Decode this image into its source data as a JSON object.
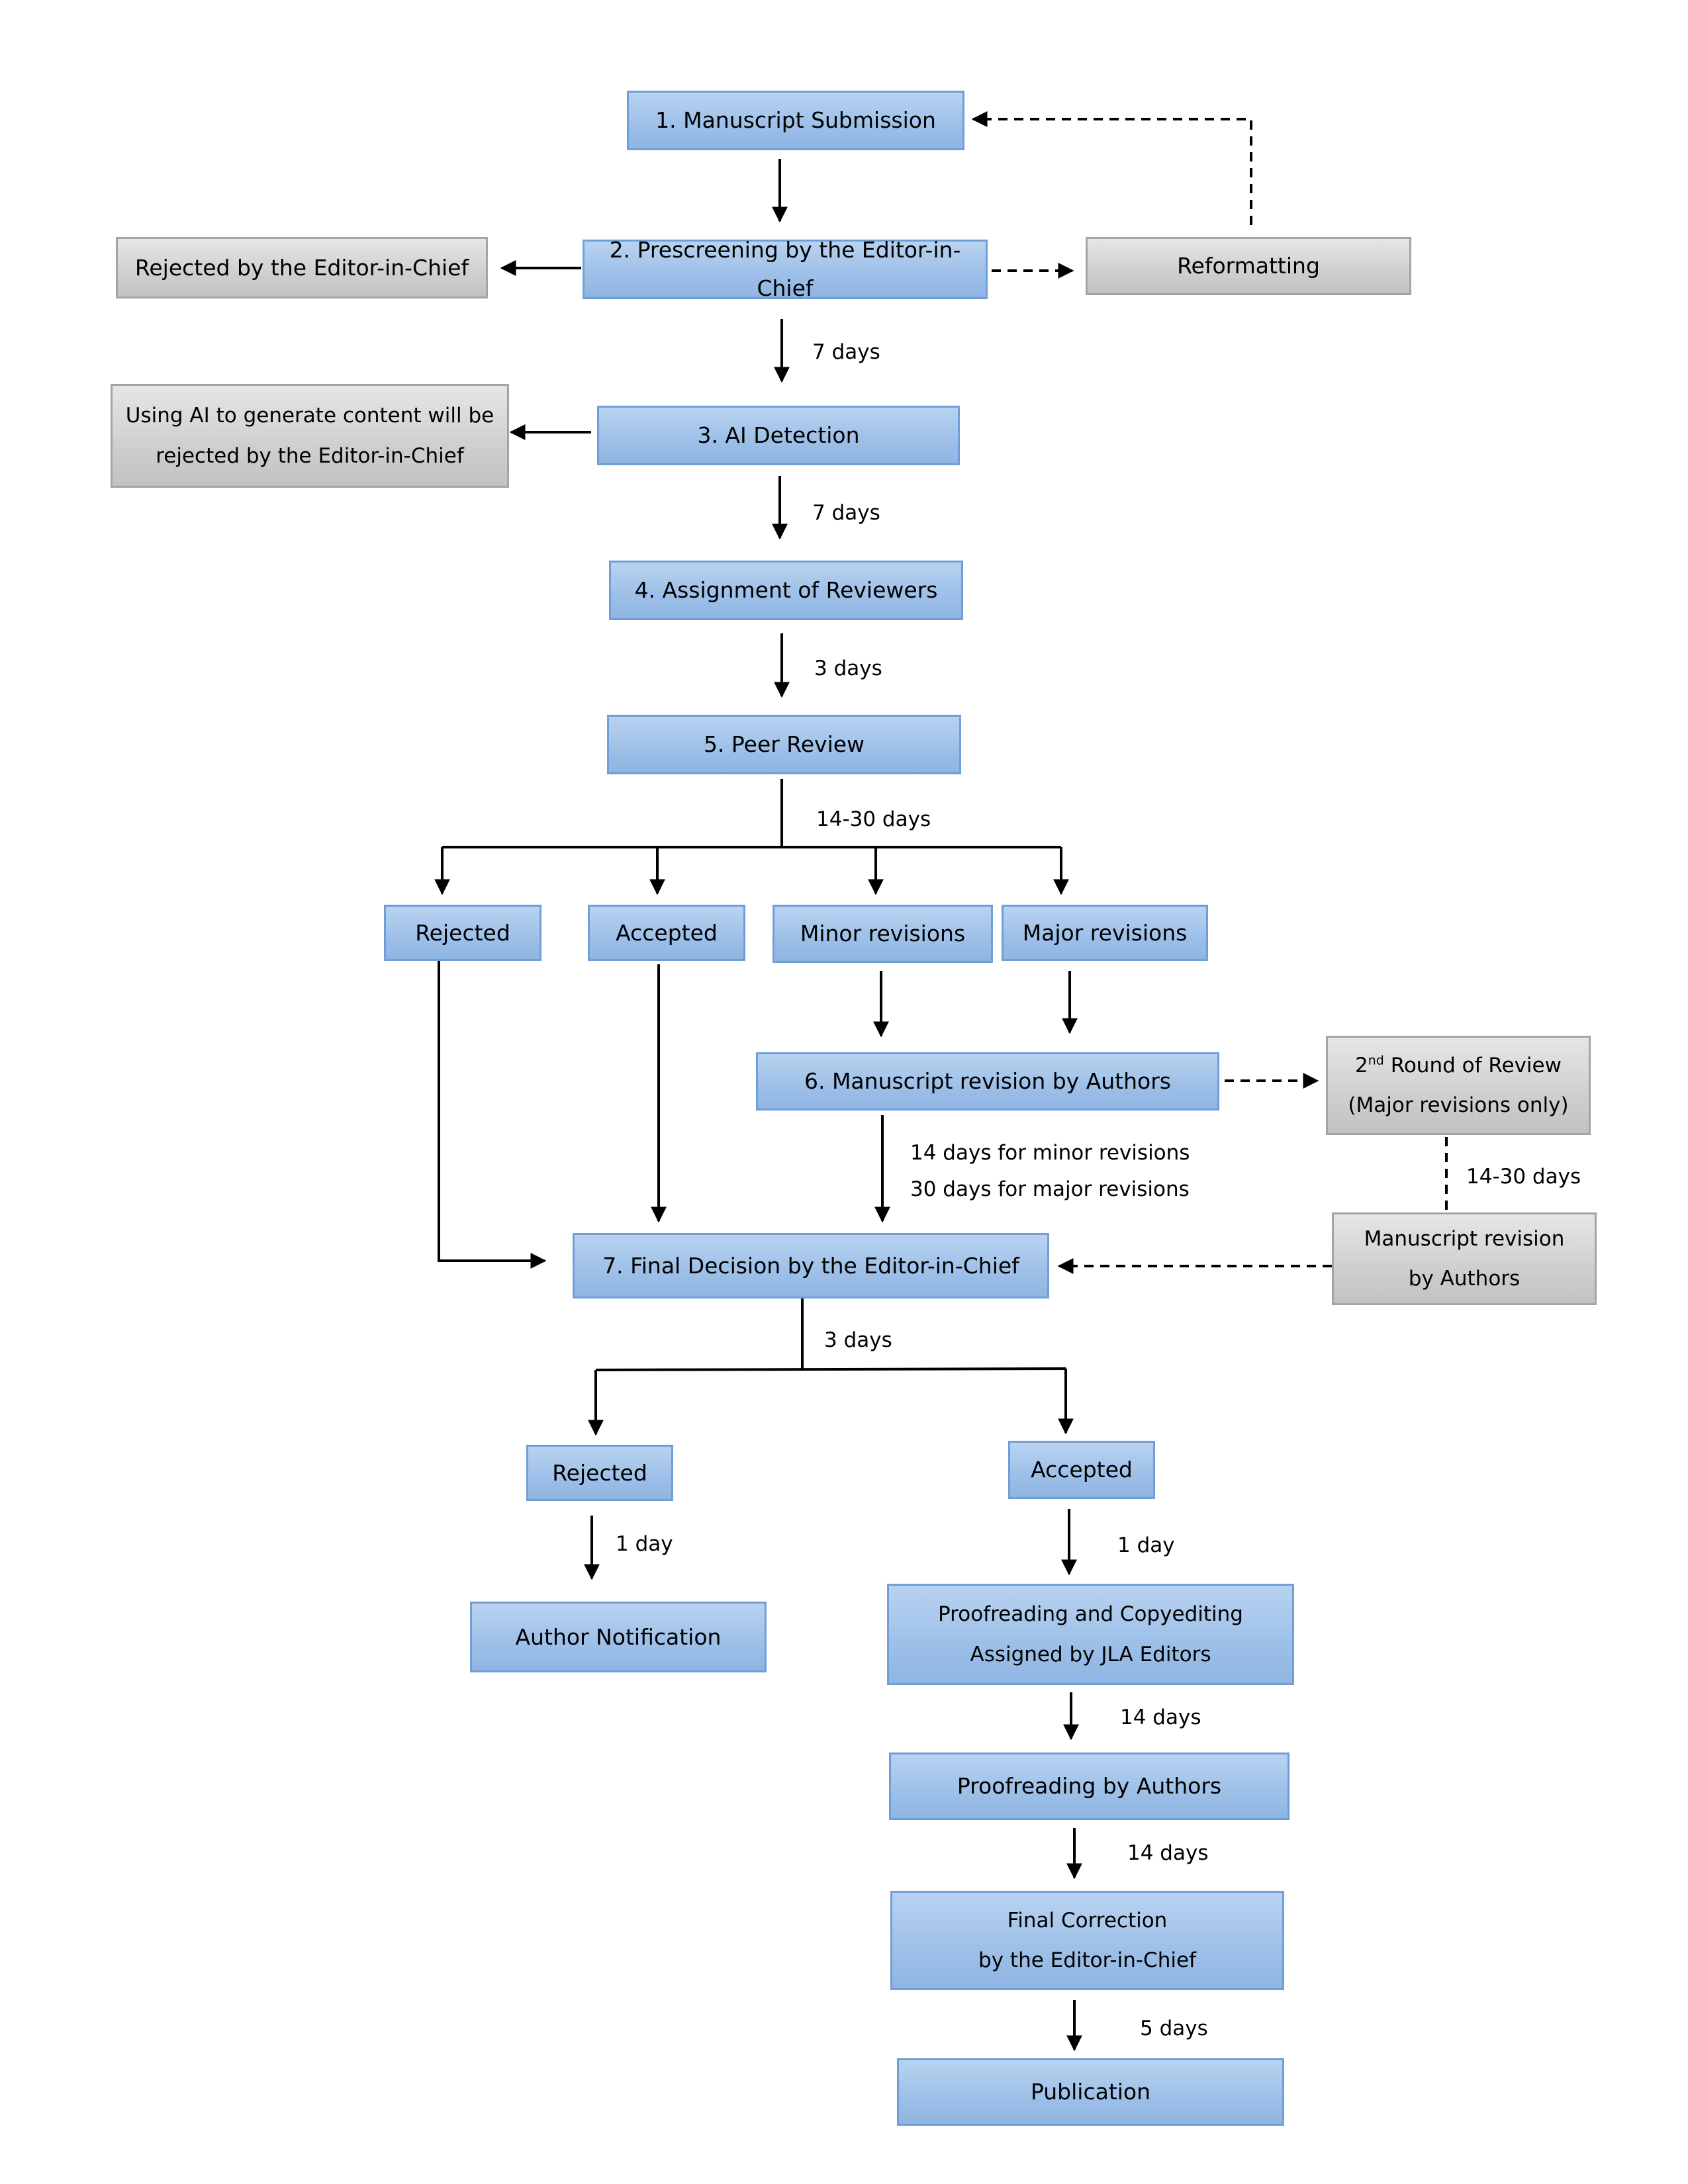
{
  "nodes": {
    "submission": "1. Manuscript Submission",
    "prescreening": "2. Prescreening by the Editor-in-Chief",
    "rejected_eic": "Rejected by the Editor-in-Chief",
    "reformatting": "Reformatting",
    "ai_detection": "3. AI Detection",
    "ai_rejected_line1": "Using AI to generate content will be",
    "ai_rejected_line2": "rejected by the Editor-in-Chief",
    "assignment": "4. Assignment of Reviewers",
    "peer_review": "5. Peer Review",
    "rejected_1": "Rejected",
    "accepted_1": "Accepted",
    "minor_revisions": "Minor revisions",
    "major_revisions": "Major revisions",
    "revision_authors": "6. Manuscript revision by Authors",
    "second_round_num": "2",
    "second_round_sup": "nd",
    "second_round_rest": " Round of Review",
    "second_round_line2": "(Major revisions only)",
    "manuscript_revision_line1": "Manuscript revision",
    "manuscript_revision_line2": "by Authors",
    "final_decision": "7. Final Decision by the Editor-in-Chief",
    "rejected_2": "Rejected",
    "accepted_2": "Accepted",
    "author_notification": "Author Notification",
    "proofreading_copyediting_line1": "Proofreading and Copyediting",
    "proofreading_copyediting_line2": "Assigned by JLA Editors",
    "proofreading_authors": "Proofreading by Authors",
    "final_correction_line1": "Final Correction",
    "final_correction_line2": "by the Editor-in-Chief",
    "publication": "Publication"
  },
  "durations": {
    "prescreen_to_ai": "7 days",
    "ai_to_assignment": "7 days",
    "assignment_to_review": "3 days",
    "review_to_outcomes": "14-30 days",
    "revision_minor": "14 days for minor revisions",
    "revision_major": "30 days for major revisions",
    "second_round": "14-30 days",
    "decision_to_outcomes": "3 days",
    "rejected_to_notification": "1 day",
    "accepted_to_proofreading": "1 day",
    "copyediting_to_authors": "14 days",
    "authors_to_final_correction": "14 days",
    "final_correction_to_publication": "5 days"
  },
  "colors": {
    "blue_fill": "#9fc1e9",
    "blue_border": "#6f9fd6",
    "gray_fill": "#cfcfcf",
    "gray_border": "#a4a4a4",
    "connector": "#000000"
  }
}
